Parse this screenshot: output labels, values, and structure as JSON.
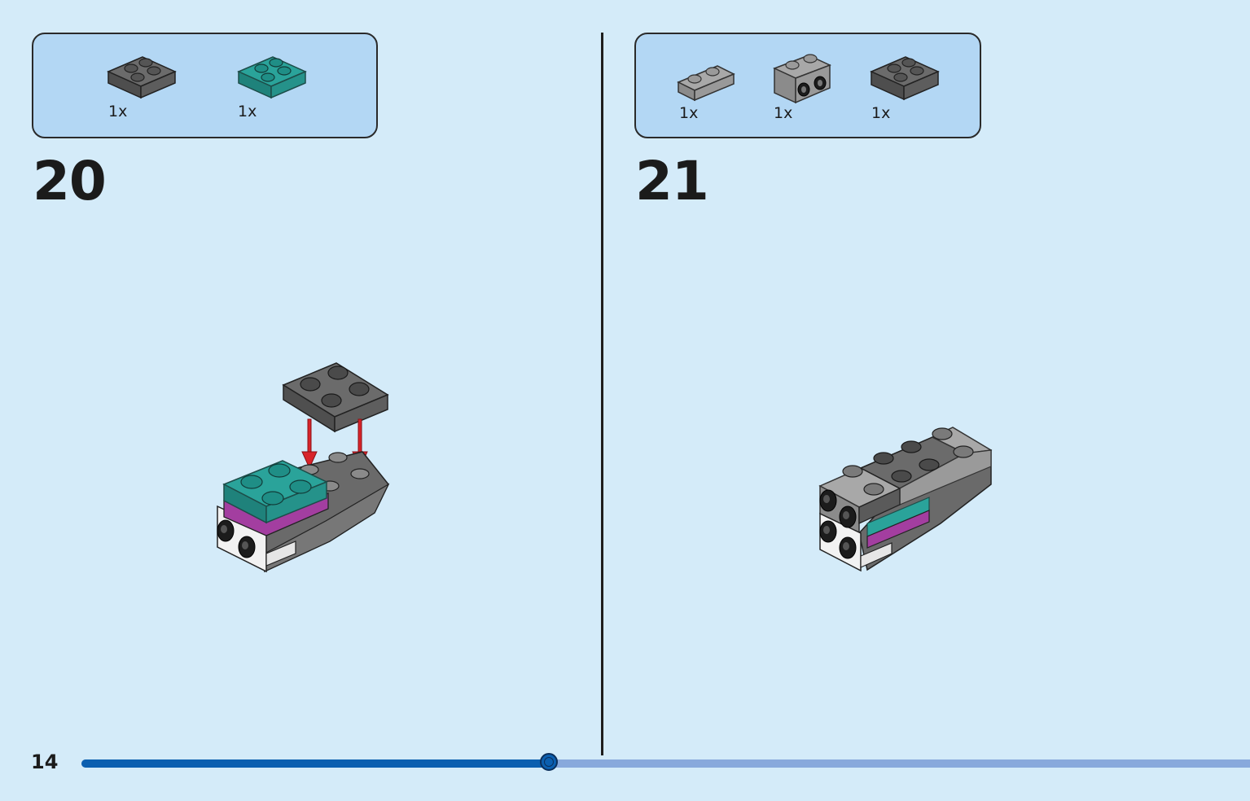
{
  "page": {
    "number": "14"
  },
  "progress": {
    "fraction": 0.4
  },
  "steps": [
    {
      "number": "20",
      "parts": [
        {
          "name": "dark-gray-plate-2x2",
          "color": "#6b6b6b",
          "qty": "1x"
        },
        {
          "name": "teal-plate-2x2",
          "color": "#2aa39a",
          "qty": "1x"
        }
      ]
    },
    {
      "number": "21",
      "parts": [
        {
          "name": "light-gray-plate-1x2",
          "color": "#a8a8a8",
          "qty": "1x"
        },
        {
          "name": "light-gray-bracket-1x2",
          "color": "#a8a8a8",
          "qty": "1x"
        },
        {
          "name": "dark-gray-plate-2x2",
          "color": "#6b6b6b",
          "qty": "1x"
        }
      ]
    }
  ],
  "colors": {
    "background": "#d4ebf9",
    "parts_box": "#b3d7f4",
    "dark_gray": "#6b6b6b",
    "light_gray": "#a8a8a8",
    "teal": "#2aa39a",
    "magenta": "#a33ea0",
    "arrow_red": "#d8232a",
    "progress_fill": "#0b5fb0",
    "progress_track": "#88a9dc"
  }
}
